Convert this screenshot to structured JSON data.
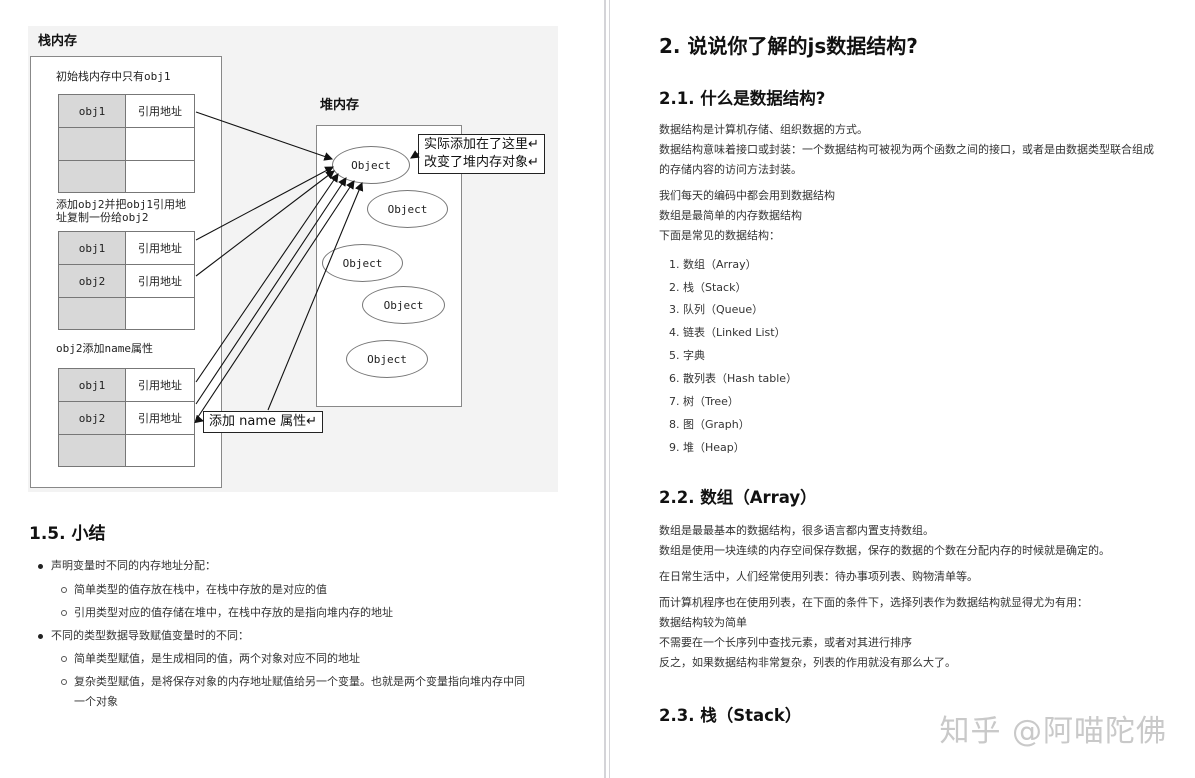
{
  "diagram": {
    "stack_title": "栈内存",
    "heap_title": "堆内存",
    "group1_caption": "初始栈内存中只有obj1",
    "group2_caption_line1": "添加obj2并把obj1引用地",
    "group2_caption_line2": "址复制一份给obj2",
    "group3_caption": "obj2添加name属性",
    "cell_obj1": "obj1",
    "cell_obj2": "obj2",
    "cell_ref": "引用地址",
    "object_label": "Object",
    "callout_heap_line1": "实际添加在了这里↵",
    "callout_heap_line2": "改变了堆内存对象↵",
    "callout_name": "添加 name 属性↵"
  },
  "left": {
    "section_title": "1.5. 小结",
    "bullets": [
      {
        "text": "声明变量时不同的内存地址分配：",
        "subs": [
          "简单类型的值存放在栈中，在栈中存放的是对应的值",
          "引用类型对应的值存储在堆中，在栈中存放的是指向堆内存的地址"
        ]
      },
      {
        "text": "不同的类型数据导致赋值变量时的不同：",
        "subs": [
          "简单类型赋值，是生成相同的值，两个对象对应不同的地址",
          "复杂类型赋值，是将保存对象的内存地址赋值给另一个变量。也就是两个变量指向堆内存中同",
          "一个对象"
        ]
      }
    ]
  },
  "right": {
    "title": "2. 说说你了解的js数据结构?",
    "s21_title": "2.1. 什么是数据结构?",
    "s21_p1": "数据结构是计算机存储、组织数据的方式。",
    "s21_p2": "数据结构意味着接口或封装：一个数据结构可被视为两个函数之间的接口，或者是由数据类型联合组成",
    "s21_p3": "的存储内容的访问方法封装。",
    "s21_p4": "我们每天的编码中都会用到数据结构",
    "s21_p5": "数组是最简单的内存数据结构",
    "s21_p6": "下面是常见的数据结构：",
    "list": [
      "1. 数组（Array）",
      "2. 栈（Stack）",
      "3. 队列（Queue）",
      "4. 链表（Linked List）",
      "5. 字典",
      "6. 散列表（Hash table）",
      "7. 树（Tree）",
      "8. 图（Graph）",
      "9. 堆（Heap）"
    ],
    "s22_title": "2.2. 数组（Array）",
    "s22_p1": "数组是最最基本的数据结构，很多语言都内置支持数组。",
    "s22_p2": "数组是使用一块连续的内存空间保存数据，保存的数据的个数在分配内存的时候就是确定的。",
    "s22_p3": "在日常生活中，人们经常使用列表：待办事项列表、购物清单等。",
    "s22_p4": "而计算机程序也在使用列表，在下面的条件下，选择列表作为数据结构就显得尤为有用：",
    "s22_p5": "数据结构较为简单",
    "s22_p6": "不需要在一个长序列中查找元素，或者对其进行排序",
    "s22_p7": "反之，如果数据结构非常复杂，列表的作用就没有那么大了。",
    "s23_title": "2.3. 栈（Stack）"
  },
  "watermark": "知乎 @阿喵陀佛"
}
